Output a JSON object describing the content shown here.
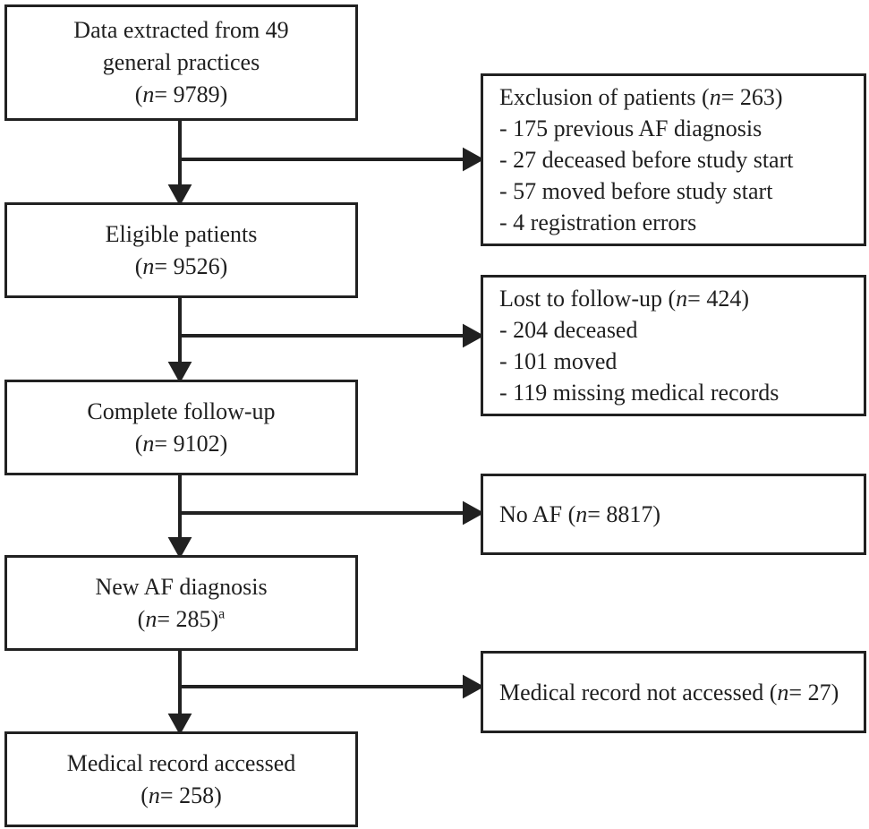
{
  "flowchart": {
    "description": "Patient flow diagram",
    "colors": {
      "line": "#212121",
      "text": "#1f1f1f",
      "background": "#ffffff"
    },
    "main_boxes": [
      {
        "lines": [
          "Data extracted from 49",
          "general practices"
        ],
        "n_open": "(",
        "n_sym": "n",
        "n_rest": "= 9789)",
        "n_sup": ""
      },
      {
        "lines": [
          "Eligible patients"
        ],
        "n_open": "(",
        "n_sym": "n",
        "n_rest": "= 9526)",
        "n_sup": ""
      },
      {
        "lines": [
          "Complete follow-up"
        ],
        "n_open": "(",
        "n_sym": "n",
        "n_rest": "= 9102)",
        "n_sup": ""
      },
      {
        "lines": [
          "New AF diagnosis"
        ],
        "n_open": "(",
        "n_sym": "n",
        "n_rest": "= 285)",
        "n_sup": "a"
      },
      {
        "lines": [
          "Medical record accessed"
        ],
        "n_open": "(",
        "n_sym": "n",
        "n_rest": "= 258)",
        "n_sup": ""
      }
    ],
    "side_boxes": [
      {
        "title_pre": "Exclusion of patients (",
        "n_sym": "n",
        "title_post": "= 263)",
        "items": [
          "- 175 previous AF diagnosis",
          "- 27 deceased before study start",
          "- 57 moved before study start",
          "- 4 registration errors"
        ]
      },
      {
        "title_pre": "Lost to follow-up (",
        "n_sym": "n",
        "title_post": "= 424)",
        "items": [
          "- 204 deceased",
          "- 101 moved",
          "- 119 missing medical records"
        ]
      },
      {
        "title_pre": "No AF (",
        "n_sym": "n",
        "title_post": "= 8817)",
        "items": []
      },
      {
        "title_pre": "Medical record not accessed (",
        "n_sym": "n",
        "title_post": "= 27)",
        "items": []
      }
    ]
  }
}
